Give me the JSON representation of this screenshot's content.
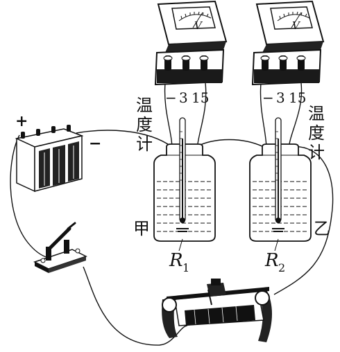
{
  "meters": [
    {
      "symbol": "V",
      "terminals": [
        "−",
        "3",
        "15"
      ]
    },
    {
      "symbol": "V",
      "terminals": [
        "−",
        "3",
        "15"
      ]
    }
  ],
  "battery": {
    "plus": "+",
    "minus": "−"
  },
  "thermometer_left": [
    "温",
    "度",
    "计"
  ],
  "thermometer_right": [
    "温",
    "度",
    "计"
  ],
  "jar_left": {
    "label": "甲",
    "resistor": "R",
    "sub": "1"
  },
  "jar_right": {
    "label": "乙",
    "resistor": "R",
    "sub": "2"
  }
}
